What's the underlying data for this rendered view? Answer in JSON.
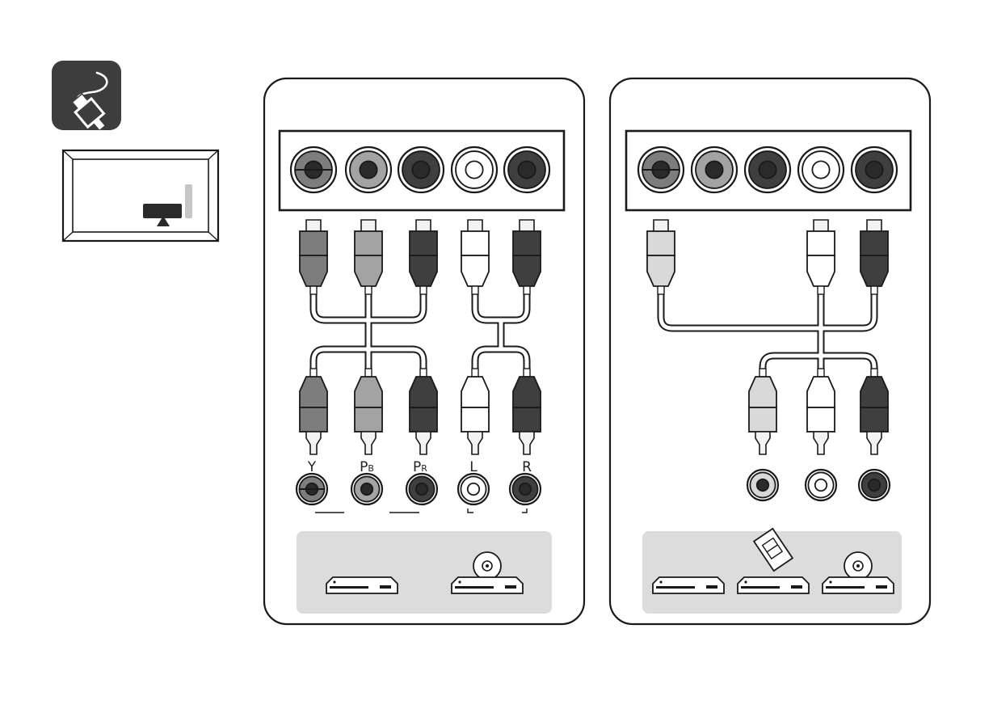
{
  "icon": {
    "name": "cable-connect-icon"
  },
  "tv_icon": {
    "name": "tv-input-icon"
  },
  "colors": {
    "background": "#ffffff",
    "panel_border": "#2b2b2b",
    "device_tray": "#dcdcdc",
    "icon_box": "#3d3d3d",
    "green_plug": "#7d7d7d",
    "blue_plug": "#a3a3a3",
    "red_plug": "#3f3f3f",
    "white_plug": "#ffffff",
    "yellow_plug": "#d9d9d9"
  },
  "panel_left": {
    "jack_row": [
      "green",
      "blue",
      "red",
      "white",
      "red"
    ],
    "plugs": [
      "green",
      "blue",
      "red",
      "white",
      "red"
    ],
    "labels": {
      "y": {
        "main": "Y",
        "sub": ""
      },
      "pb": {
        "main": "P",
        "sub": "B"
      },
      "pr": {
        "main": "P",
        "sub": "R"
      },
      "l": {
        "main": "L",
        "sub": ""
      },
      "r": {
        "main": "R",
        "sub": ""
      }
    },
    "devices": [
      "player-icon",
      "disc-player-icon"
    ]
  },
  "panel_right": {
    "jack_row": [
      "green",
      "blue",
      "red",
      "white",
      "red"
    ],
    "plugs": [
      "yellow",
      "white",
      "red"
    ],
    "devices": [
      "player-icon",
      "vcr-icon",
      "disc-player-icon"
    ]
  }
}
